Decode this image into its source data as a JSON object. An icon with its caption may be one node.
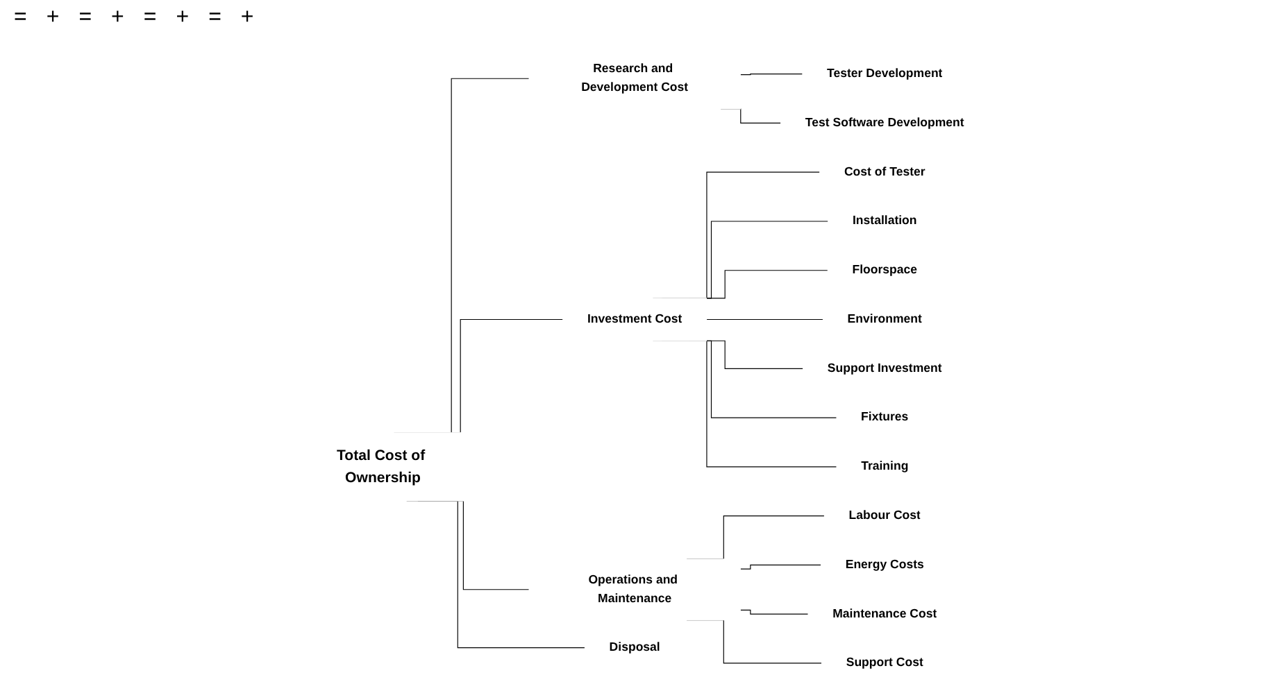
{
  "diagram": {
    "nodes": [
      {
        "text": [
          "Total Cost of Ownership"
        ]
      },
      {
        "text": [
          "Research and Development Cost"
        ]
      },
      {
        "text": [
          "Tester Development"
        ]
      },
      {
        "text": [
          "Test Software Development"
        ]
      },
      {
        "text": [
          "Investment Cost"
        ]
      },
      {
        "text": [
          "Cost of Tester"
        ]
      },
      {
        "text": [
          "Installation"
        ]
      },
      {
        "text": [
          "Floorspace"
        ]
      },
      {
        "text": [
          "Environment"
        ]
      },
      {
        "text": [
          "Support Investment"
        ]
      },
      {
        "text": [
          "Fixtures"
        ]
      },
      {
        "text": [
          "Training"
        ]
      },
      {
        "text": [
          "Operations and Maintenance"
        ]
      },
      {
        "text": [
          "Labour Cost"
        ]
      },
      {
        "text": [
          "Energy Costs"
        ]
      },
      {
        "text": [
          "Maintenance Cost"
        ]
      },
      {
        "text": [
          "Support Cost"
        ]
      },
      {
        "text": [
          "Disposal"
        ]
      }
    ],
    "edges": [
      {
        "from": 0,
        "to": 1,
        "arrow": "none"
      },
      {
        "from": 0,
        "to": 4,
        "arrow": "none"
      },
      {
        "from": 0,
        "to": 12,
        "arrow": "none"
      },
      {
        "from": 0,
        "to": 17,
        "arrow": "none"
      },
      {
        "from": 1,
        "to": 2,
        "arrow": "none"
      },
      {
        "from": 1,
        "to": 3,
        "arrow": "none"
      },
      {
        "from": 4,
        "to": 5,
        "arrow": "none"
      },
      {
        "from": 4,
        "to": 6,
        "arrow": "none"
      },
      {
        "from": 4,
        "to": 7,
        "arrow": "none"
      },
      {
        "from": 4,
        "to": 8,
        "arrow": "none"
      },
      {
        "from": 4,
        "to": 9,
        "arrow": "none"
      },
      {
        "from": 4,
        "to": 10,
        "arrow": "none"
      },
      {
        "from": 4,
        "to": 11,
        "arrow": "none"
      },
      {
        "from": 12,
        "to": 13,
        "arrow": "none"
      },
      {
        "from": 12,
        "to": 14,
        "arrow": "none"
      },
      {
        "from": 12,
        "to": 15,
        "arrow": "none"
      },
      {
        "from": 12,
        "to": 16,
        "arrow": "none"
      }
    ],
    "labels": [
      "=",
      "+",
      "=",
      "+",
      "=",
      "+",
      "=",
      "+"
    ]
  }
}
